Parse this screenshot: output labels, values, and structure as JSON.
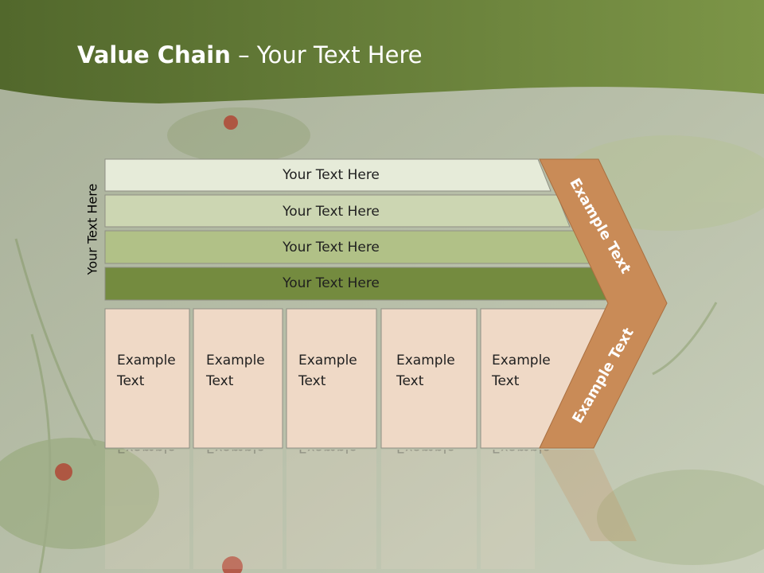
{
  "slide": {
    "title_bold": "Value Chain",
    "title_rest": " – Your Text Here",
    "side_label": "Your Text Here"
  },
  "rows": [
    {
      "label": "Your Text Here",
      "color": "#e6ebd9"
    },
    {
      "label": "Your Text Here",
      "color": "#ccd6b2"
    },
    {
      "label": "Your Text Here",
      "color": "#b1c187"
    },
    {
      "label": "Your Text Here",
      "color": "#748b3f"
    }
  ],
  "cells": [
    {
      "line1": "Example",
      "line2": "Text"
    },
    {
      "line1": "Example",
      "line2": "Text"
    },
    {
      "line1": "Example",
      "line2": "Text"
    },
    {
      "line1": "Example",
      "line2": "Text"
    },
    {
      "line1": "Example",
      "line2": "Text"
    }
  ],
  "arrow": {
    "upper_label": "Example Text",
    "lower_label": "Example Text",
    "color": "#c98b57"
  },
  "colors": {
    "header_band": "#5f7a34",
    "cell_fill": "#efd9c6",
    "background": "#c3c9b5"
  }
}
